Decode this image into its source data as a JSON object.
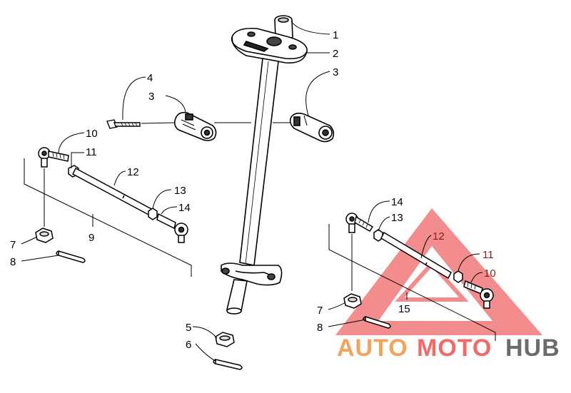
{
  "callouts": {
    "c1": "1",
    "c2": "2",
    "c3a": "3",
    "c3b": "3",
    "c4": "4",
    "c5": "5",
    "c6": "6",
    "c7l": "7",
    "c8l": "8",
    "c9": "9",
    "c10l": "10",
    "c11l": "11",
    "c12l": "12",
    "c13l": "13",
    "c14l": "14",
    "c7r": "7",
    "c8r": "8",
    "c15": "15",
    "c10r": "10",
    "c11r": "11",
    "c12r": "12",
    "c13r": "13",
    "c14r": "14"
  },
  "watermark": {
    "part1": "AUTO",
    "part2": "MOTO",
    "part3": "HUB",
    "color_orange": "#f2a45a",
    "color_red": "#f06a6a",
    "color_gray": "#6b6b6b"
  }
}
